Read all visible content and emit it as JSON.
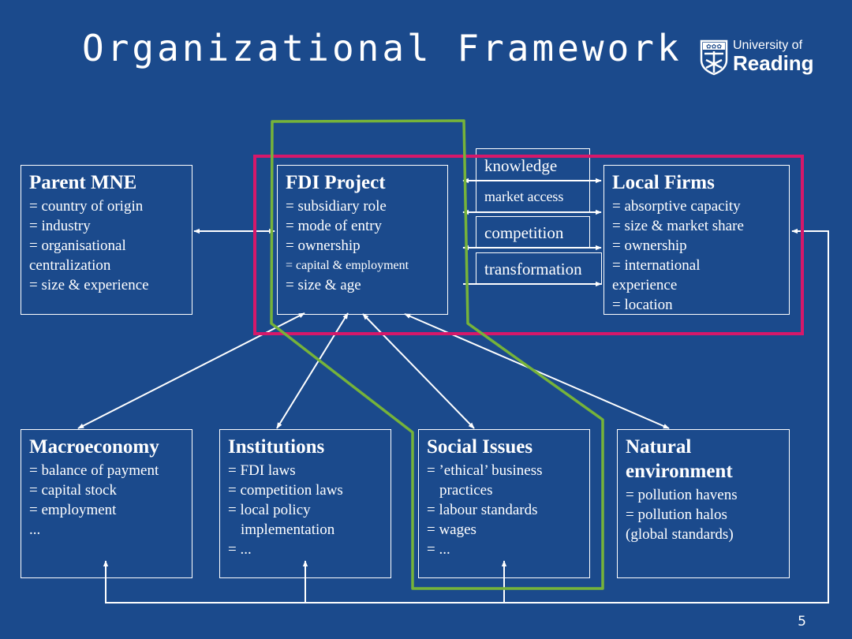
{
  "slide": {
    "title": "Organizational Framework",
    "page_number": "5"
  },
  "logo": {
    "line1": "University of",
    "line2": "Reading"
  },
  "boxes": {
    "parent": {
      "title": "Parent MNE",
      "lines": [
        "= country of origin",
        "= industry",
        "= organisational",
        "centralization",
        "= size & experience"
      ]
    },
    "fdi": {
      "title": "FDI Project",
      "lines": [
        "= subsidiary role",
        "= mode of entry",
        "= ownership",
        "= capital & employment",
        "= size & age"
      ]
    },
    "local": {
      "title": "Local Firms",
      "lines": [
        "= absorptive capacity",
        "= size & market share",
        "= ownership",
        "= international",
        "experience",
        "= location"
      ]
    },
    "macro": {
      "title": "Macroeconomy",
      "lines": [
        "= balance of payment",
        "= capital stock",
        "= employment",
        "..."
      ]
    },
    "inst": {
      "title": "Institutions",
      "lines": [
        "= FDI laws",
        "= competition laws",
        "= local policy",
        "implementation",
        "= ..."
      ]
    },
    "social": {
      "title": "Social Issues",
      "lines": [
        "= ’ethical’ business",
        "practices",
        "= labour standards",
        "= wages",
        "= ..."
      ]
    },
    "natural": {
      "title_line1": "Natural",
      "title_line2": "environment",
      "lines": [
        "= pollution havens",
        "= pollution halos",
        "(global standards)"
      ]
    }
  },
  "flows": [
    "knowledge",
    "market access",
    "competition",
    "transformation"
  ],
  "colors": {
    "background": "#1b4a8c",
    "magenta_outline": "#d6186a",
    "green_outline": "#76b33a",
    "lines": "#ffffff"
  }
}
